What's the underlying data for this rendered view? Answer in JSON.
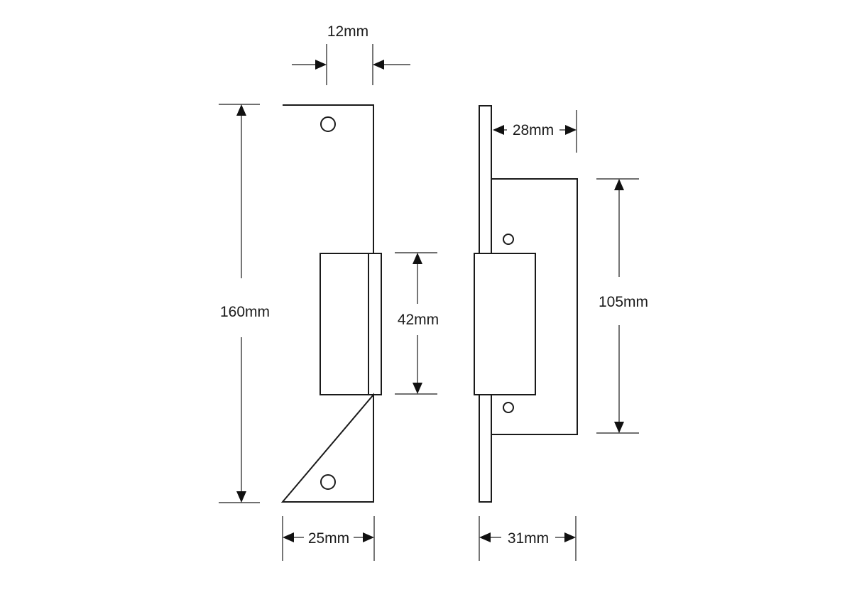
{
  "diagram": {
    "dimensions": {
      "top_width": "12mm",
      "height_total": "160mm",
      "keep_height": "42mm",
      "front_width": "25mm",
      "side_depth": "28mm",
      "body_height": "105mm",
      "side_width": "31mm"
    }
  }
}
